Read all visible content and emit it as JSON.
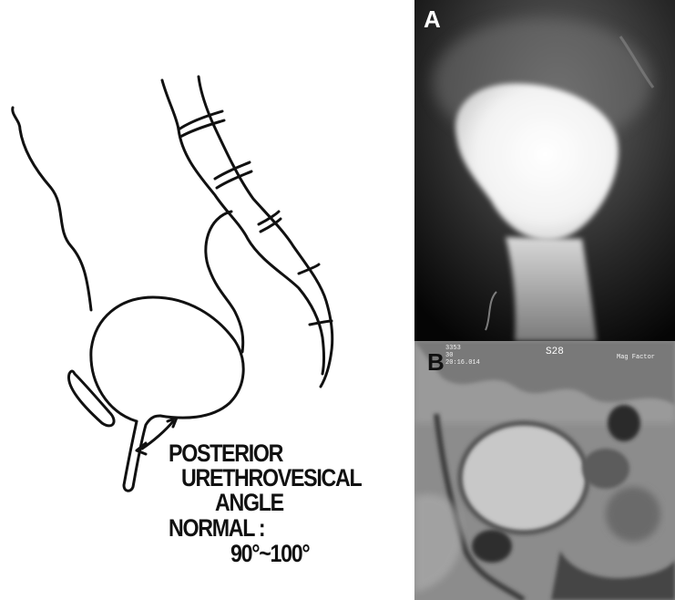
{
  "diagram": {
    "caption_lines": [
      "POSTERIOR",
      "URETHROVESICAL",
      "ANGLE",
      "NORMAL :",
      "90°~100°"
    ]
  },
  "panel_a": {
    "letter": "A"
  },
  "panel_b": {
    "letter": "B",
    "overlay_left": [
      "3353",
      "30",
      "20:16.014"
    ],
    "overlay_center": "S28",
    "overlay_right": [
      "Mag Factor"
    ]
  },
  "colors": {
    "background": "#ffffff",
    "line": "#111111"
  }
}
